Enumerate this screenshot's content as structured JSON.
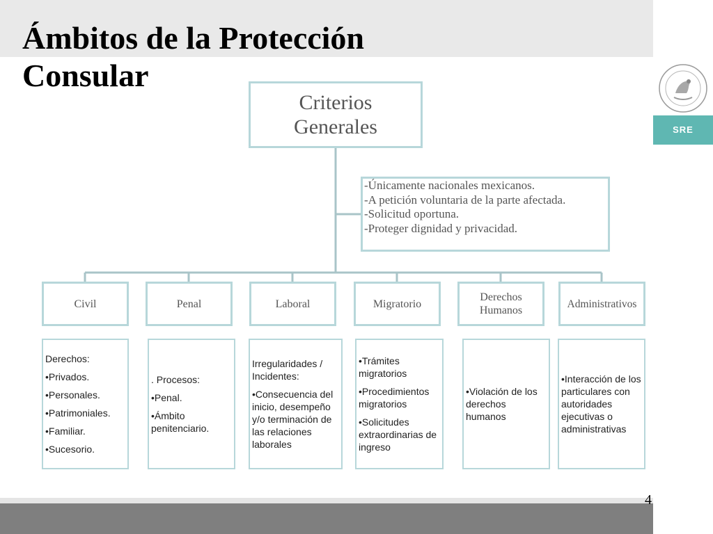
{
  "slide": {
    "title_line1": "Ámbitos de la Protección",
    "title_line2": "Consular",
    "page_number": "4",
    "logo_text": "SRE",
    "seal_icon": "mexican-coat-of-arms-icon"
  },
  "diagram": {
    "root": {
      "line1": "Criterios",
      "line2": "Generales"
    },
    "criteria": [
      "-Únicamente nacionales mexicanos.",
      "-A petición voluntaria de la parte afectada.",
      "-Solicitud oportuna.",
      "-Proteger dignidad y privacidad."
    ],
    "categories": [
      {
        "label": "Civil",
        "details": [
          "Derechos:",
          "•Privados.",
          "•Personales.",
          "•Patrimoniales.",
          "•Familiar.",
          "•Sucesorio."
        ]
      },
      {
        "label": "Penal",
        "details": [
          ". Procesos:",
          "•Penal.",
          "•Ámbito penitenciario."
        ]
      },
      {
        "label": "Laboral",
        "details": [
          "Irregularidades / Incidentes:",
          "•Consecuencia del inicio, desempeño y/o terminación de las relaciones laborales"
        ]
      },
      {
        "label": "Migratorio",
        "details": [
          "•Trámites migratorios",
          "•Procedimientos migratorios",
          "•Solicitudes extraordinarias de ingreso"
        ]
      },
      {
        "label": "Derechos Humanos",
        "details": [
          "•Violación de los derechos humanos"
        ]
      },
      {
        "label": "Administrativos",
        "details": [
          "•Interacción de los particulares con autoridades ejecutivas o administrativas"
        ]
      }
    ]
  },
  "colors": {
    "box_border": "#b7d7da",
    "connector": "#a9c4c8",
    "sre_band": "#5fb7b2",
    "bottom_bar": "#7f7f7f",
    "top_band": "#e9e9e9"
  }
}
